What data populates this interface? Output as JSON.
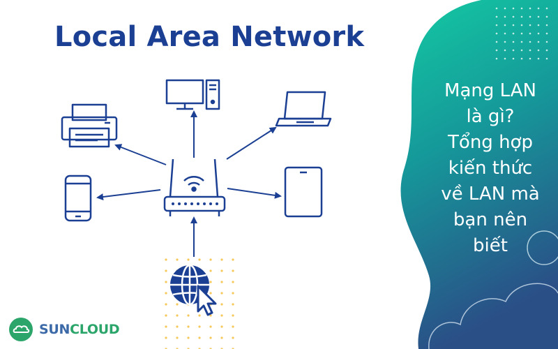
{
  "title": "Local Area Network",
  "headline_lines": [
    "Mạng LAN",
    "là gì?",
    "Tổng hợp",
    "kiến thức",
    "về LAN mà",
    "bạn nên",
    "biết"
  ],
  "brand": {
    "part1": "SUN",
    "part2": "CLOUD"
  },
  "devices": [
    "printer-icon",
    "desktop-computer-icon",
    "laptop-icon",
    "smartphone-icon",
    "router-icon",
    "tablet-icon",
    "globe-cursor-icon"
  ],
  "colors": {
    "primary_blue": "#1b3f93",
    "teal": "#17b79a",
    "brand_green": "#2ca56b",
    "brand_blue": "#3c6aa8",
    "dots": "#f5c85c"
  }
}
